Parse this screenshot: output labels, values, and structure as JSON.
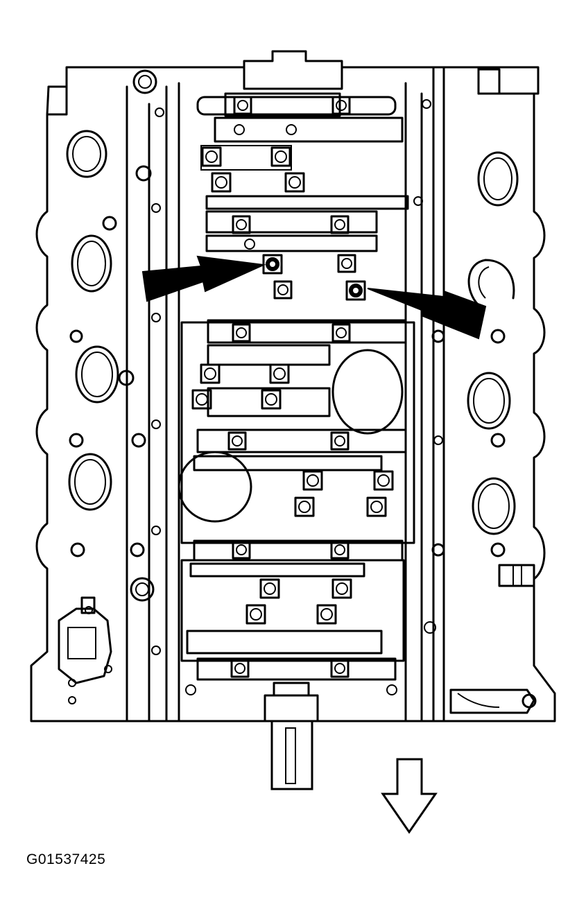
{
  "figure": {
    "id_text": "G01537425",
    "subject": "engine-block-underside-main-bearing-caps",
    "highlighted_fasteners": 2,
    "direction_indicator": "down-arrow"
  },
  "colors": {
    "line": "#000000",
    "background": "#ffffff",
    "arrow_fill": "#000000"
  }
}
